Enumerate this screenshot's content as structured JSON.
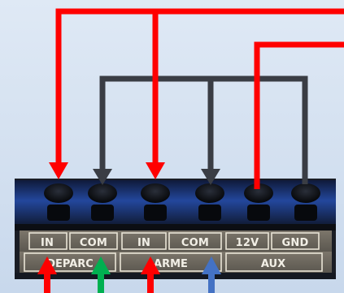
{
  "colors": {
    "background": "#d6e2f1",
    "terminal_block": "#1b1f2a",
    "screw_row": "#1e3f8f",
    "label_plate": "#6f6a60",
    "red_wire": "#ff0000",
    "dark_wire": "#3a3d44",
    "green_arrow": "#00b050",
    "blue_arrow": "#4472c4"
  },
  "terminal_block": {
    "terminals": [
      {
        "label": "IN"
      },
      {
        "label": "COM"
      },
      {
        "label": "IN"
      },
      {
        "label": "COM"
      },
      {
        "label": "12V"
      },
      {
        "label": "GND"
      }
    ],
    "groups": [
      {
        "label": "DEPARC"
      },
      {
        "label": "ARME"
      },
      {
        "label": "AUX"
      }
    ]
  },
  "connections": [
    {
      "from_terminal": "12V",
      "to_terminal": "IN",
      "to_index": 1,
      "color": "red"
    },
    {
      "from_terminal": "12V",
      "to_terminal": "IN",
      "to_index": 3,
      "color": "red"
    },
    {
      "from_terminal": "GND",
      "to_terminal": "COM",
      "to_index": 2,
      "color": "dark"
    },
    {
      "from_terminal": "GND",
      "to_terminal": "COM",
      "to_index": 4,
      "color": "dark"
    }
  ],
  "bottom_arrows": [
    {
      "terminal": "IN",
      "color": "red"
    },
    {
      "terminal": "COM",
      "color": "green"
    },
    {
      "terminal": "IN",
      "color": "red"
    },
    {
      "terminal": "COM",
      "color": "blue"
    }
  ]
}
